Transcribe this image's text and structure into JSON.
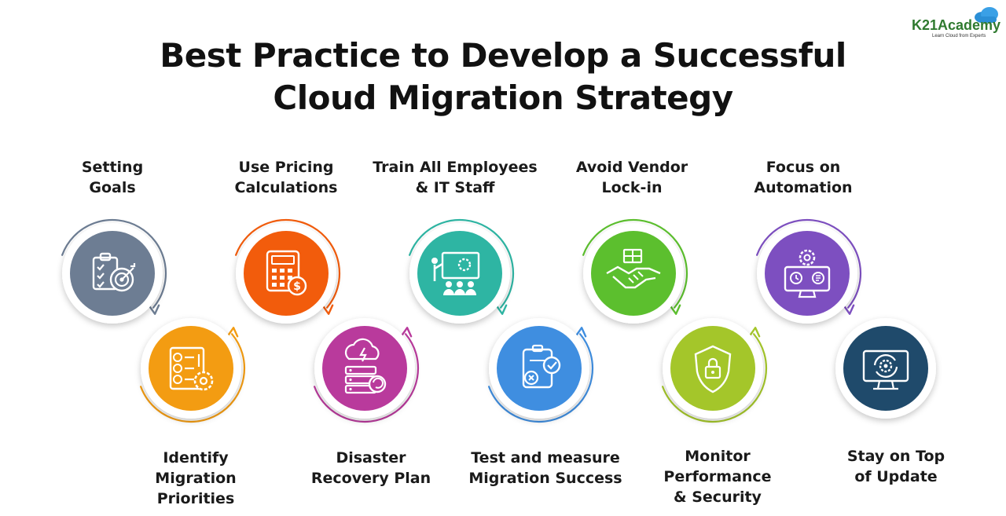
{
  "title": {
    "line1": "Best Practice to Develop a Successful",
    "line2": "Cloud Migration Strategy"
  },
  "logo": {
    "brand": "K21Academy",
    "tagline": "Learn Cloud from Experts"
  },
  "steps": [
    {
      "id": "setting-goals",
      "label_lines": [
        "Setting",
        "Goals"
      ],
      "icon": "clipboard-target-icon",
      "color": "#6d7d93"
    },
    {
      "id": "identify-priorities",
      "label_lines": [
        "Identify",
        "Migration",
        "Priorities"
      ],
      "icon": "list-gear-icon",
      "color": "#f39c12"
    },
    {
      "id": "pricing-calculations",
      "label_lines": [
        "Use Pricing",
        "Calculations"
      ],
      "icon": "calculator-dollar-icon",
      "color": "#f25c0c"
    },
    {
      "id": "disaster-recovery",
      "label_lines": [
        "Disaster",
        "Recovery Plan"
      ],
      "icon": "server-storm-icon",
      "color": "#b93a9c"
    },
    {
      "id": "train-employees",
      "label_lines": [
        "Train All Employees",
        "& IT Staff"
      ],
      "icon": "presentation-icon",
      "color": "#2eb5a3"
    },
    {
      "id": "test-measure",
      "label_lines": [
        "Test and measure",
        "Migration Success"
      ],
      "icon": "checklist-icon",
      "color": "#3f8ee0"
    },
    {
      "id": "avoid-lockin",
      "label_lines": [
        "Avoid Vendor",
        "Lock-in"
      ],
      "icon": "handshake-icon",
      "color": "#5cbf2e"
    },
    {
      "id": "monitor-security",
      "label_lines": [
        "Monitor",
        "Performance",
        "& Security"
      ],
      "icon": "shield-lock-icon",
      "color": "#a4c62a"
    },
    {
      "id": "automation",
      "label_lines": [
        "Focus on",
        "Automation"
      ],
      "icon": "automation-monitor-icon",
      "color": "#7d4fc0"
    },
    {
      "id": "stay-updated",
      "label_lines": [
        "Stay on Top",
        "of Update"
      ],
      "icon": "monitor-sync-icon",
      "color": "#1f4a6b"
    }
  ]
}
